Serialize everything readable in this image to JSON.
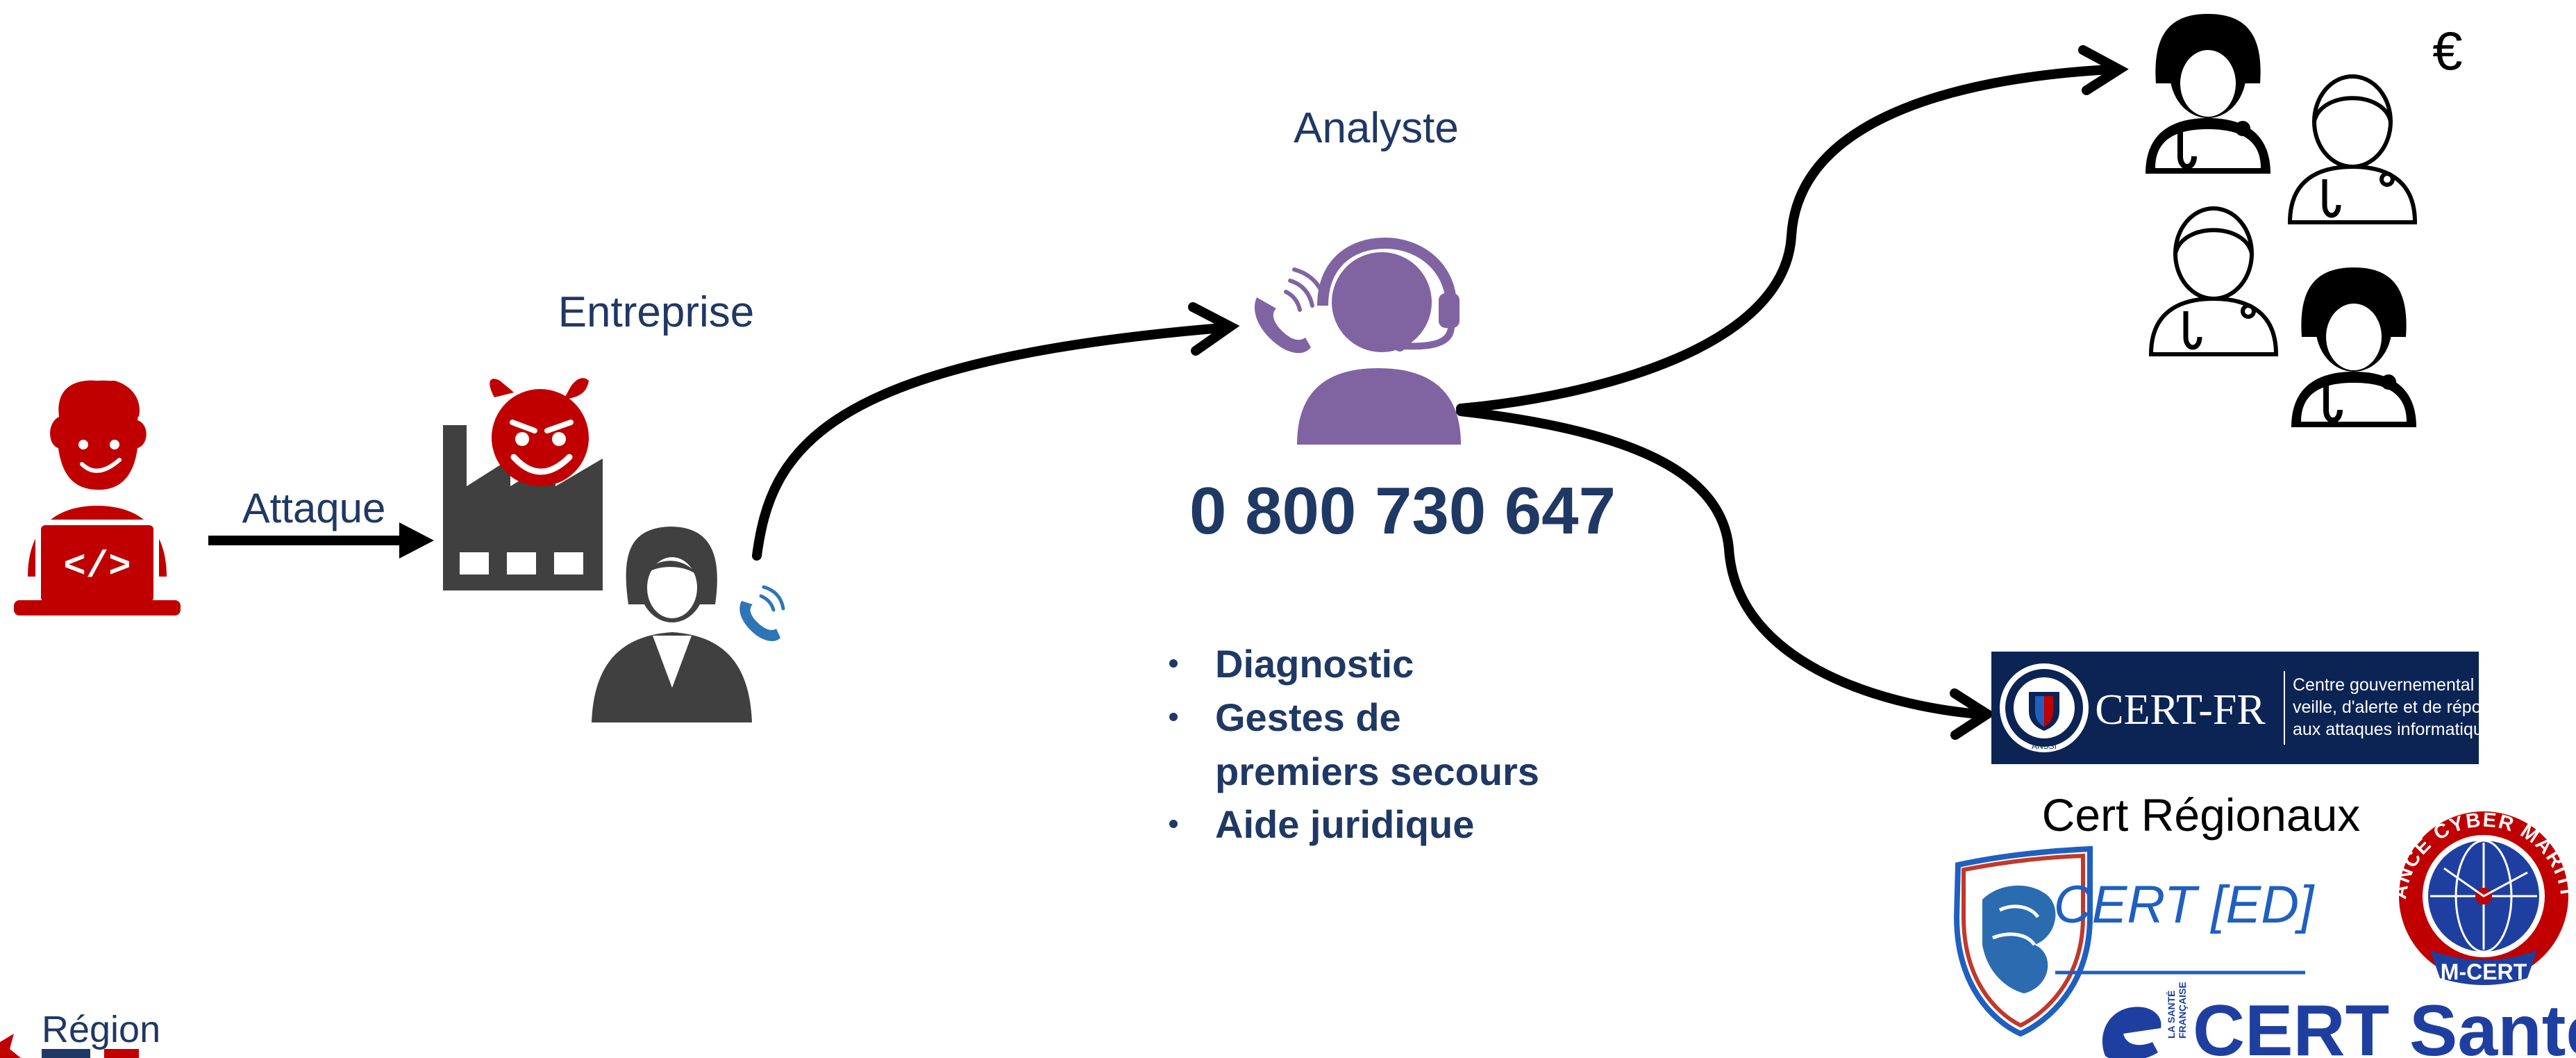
{
  "labels": {
    "attack": "Attaque",
    "company": "Entreprise",
    "analyst": "Analyste",
    "phone": "0 800 730 647",
    "cert_regional": "Cert Régionaux",
    "euro": "€"
  },
  "services": [
    "Diagnostic",
    "Gestes de",
    "premiers secours",
    "Aide juridique"
  ],
  "logos": {
    "cert_fr": {
      "name": "CERT-FR",
      "tagline": [
        "Centre gouvernemental de",
        "veille, d'alerte et de réponse",
        "aux attaques informatiques"
      ],
      "seal": "ANSSI"
    },
    "cert_ed": "CERT [ED]",
    "m_cert": {
      "ring": "FRANCE CYBER MARITIME",
      "name": "M-CERT"
    },
    "cert_sante": {
      "name": "CERT Santé",
      "side": [
        "LA SANTÉ",
        "FRANÇAISE"
      ]
    },
    "region": "Région"
  },
  "colors": {
    "navy": "#1f3864",
    "red": "#c00000",
    "dark_gray": "#404040",
    "purple": "#8064a2",
    "phone_blue": "#2e75b6",
    "cert_fr_bg": "#0b2454"
  },
  "icons": [
    "hacker-laptop-icon",
    "factory-icon",
    "devil-face-icon",
    "woman-employee-icon",
    "phone-call-icon",
    "analyst-headset-icon",
    "doctor-woman-icon",
    "euro-icon"
  ]
}
